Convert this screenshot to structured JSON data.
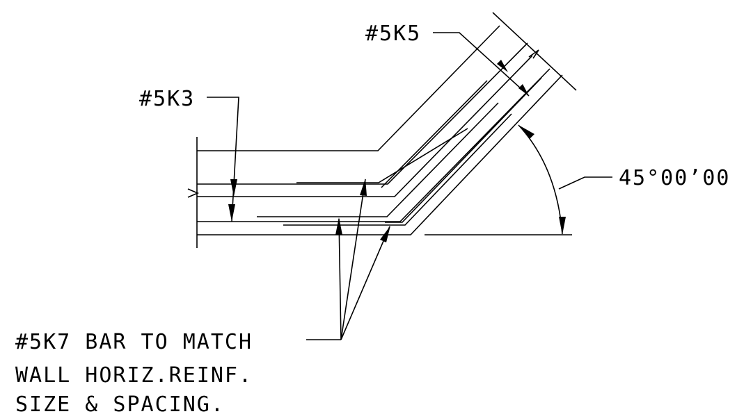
{
  "labels": {
    "bar_k5": "#5K5",
    "bar_k3": "#5K3",
    "angle": "45°00’00",
    "note_line1": "#5K7 BAR TO MATCH",
    "note_line2": "WALL HORIZ.REINF.",
    "note_line3": "SIZE & SPACING."
  },
  "colors": {
    "ink": "#000000",
    "paper": "#ffffff"
  }
}
